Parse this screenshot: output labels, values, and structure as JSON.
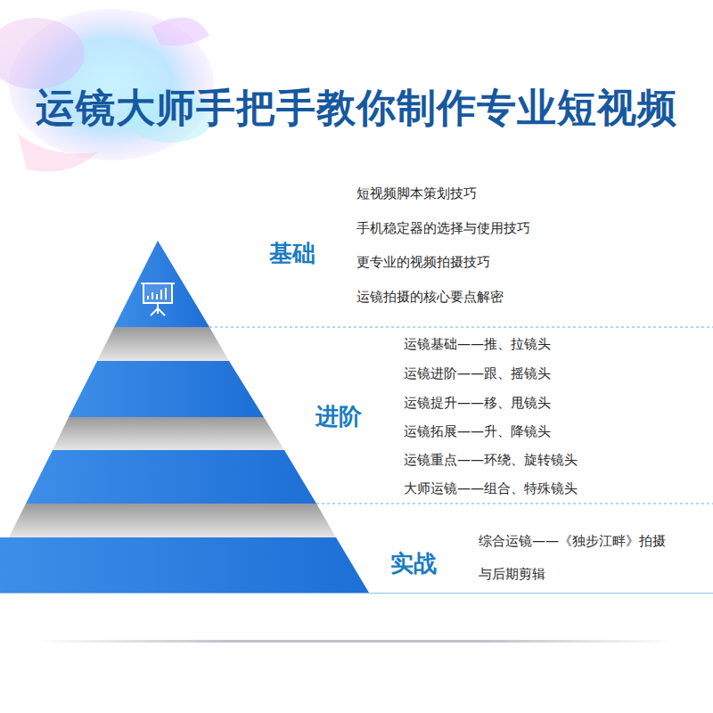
{
  "diagram": {
    "title": "运镜大师手把手教你制作专业短视频",
    "labels": [
      "基础",
      "短视频脚本策划技巧",
      "手机稳定器的选择与使用技巧",
      "更专业的视频拍摄技巧",
      "运镜拍摄的核心要点解密",
      "进阶",
      "运镜基础——推、拉镜头",
      "运镜进阶——跟、摇镜头",
      "运镜提升——移、甩镜头",
      "运镜拓展——升、降镜头",
      "运镜重点——环绕、旋转镜头",
      "大师运镜——组合、特殊镜头",
      "实战",
      "综合运镜——《独步江畔》拍摄与后期剪辑"
    ]
  }
}
